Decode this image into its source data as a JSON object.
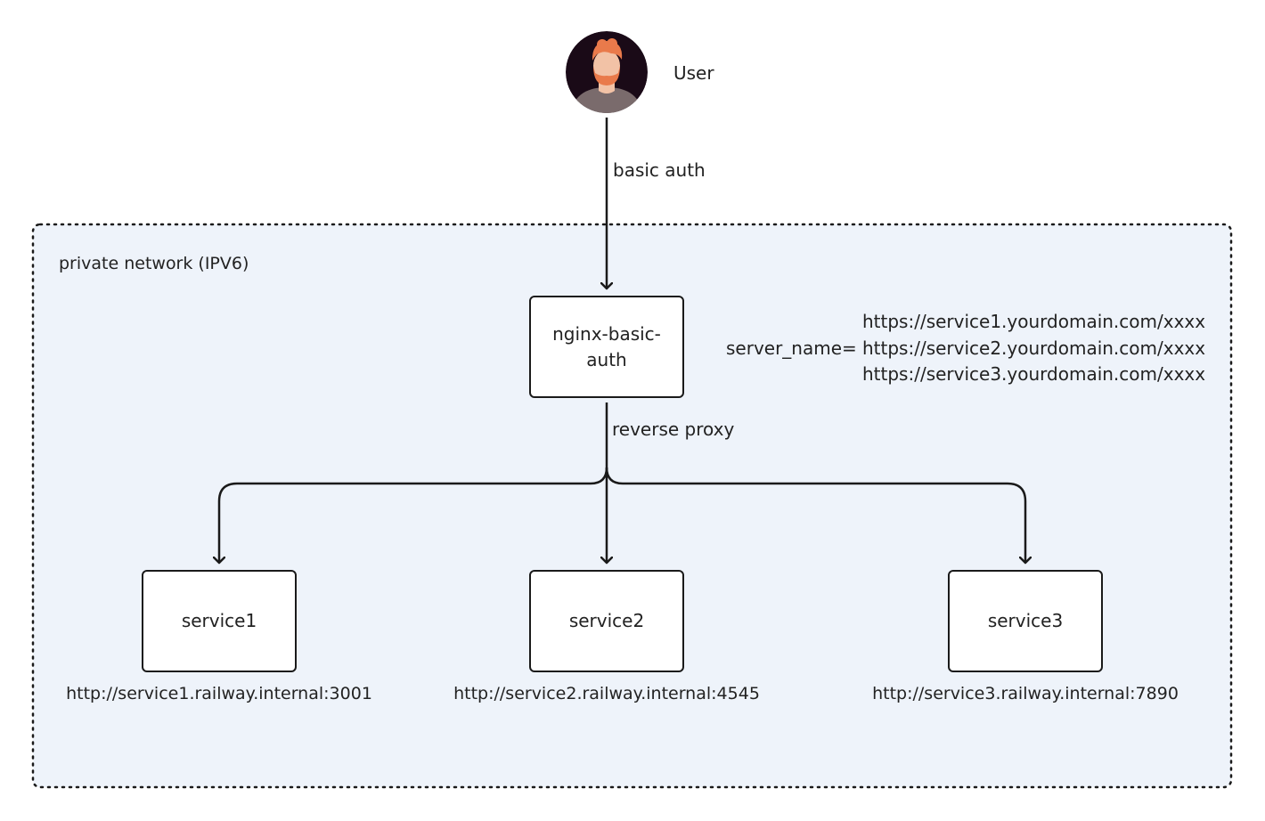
{
  "user": {
    "label": "User",
    "icon": "user-avatar-icon"
  },
  "edges": {
    "user_to_proxy": "basic auth",
    "proxy_to_services": "reverse proxy"
  },
  "network": {
    "label": "private network (IPV6)"
  },
  "proxy": {
    "name": "nginx-basic-auth",
    "server_name_label": "server_name=",
    "server_names": [
      "https://service1.yourdomain.com/xxxx",
      "https://service2.yourdomain.com/xxxx",
      "https://service3.yourdomain.com/xxxx"
    ]
  },
  "services": [
    {
      "name": "service1",
      "url": "http://service1.railway.internal:3001"
    },
    {
      "name": "service2",
      "url": "http://service2.railway.internal:4545"
    },
    {
      "name": "service3",
      "url": "http://service3.railway.internal:7890"
    }
  ],
  "colors": {
    "network_fill": "#eef3fa",
    "stroke": "#1a1a1a",
    "avatar_bg": "#1a0a17",
    "hair": "#e97a4b",
    "skin": "#f2c2a6",
    "shirt": "#7a6b6c"
  }
}
